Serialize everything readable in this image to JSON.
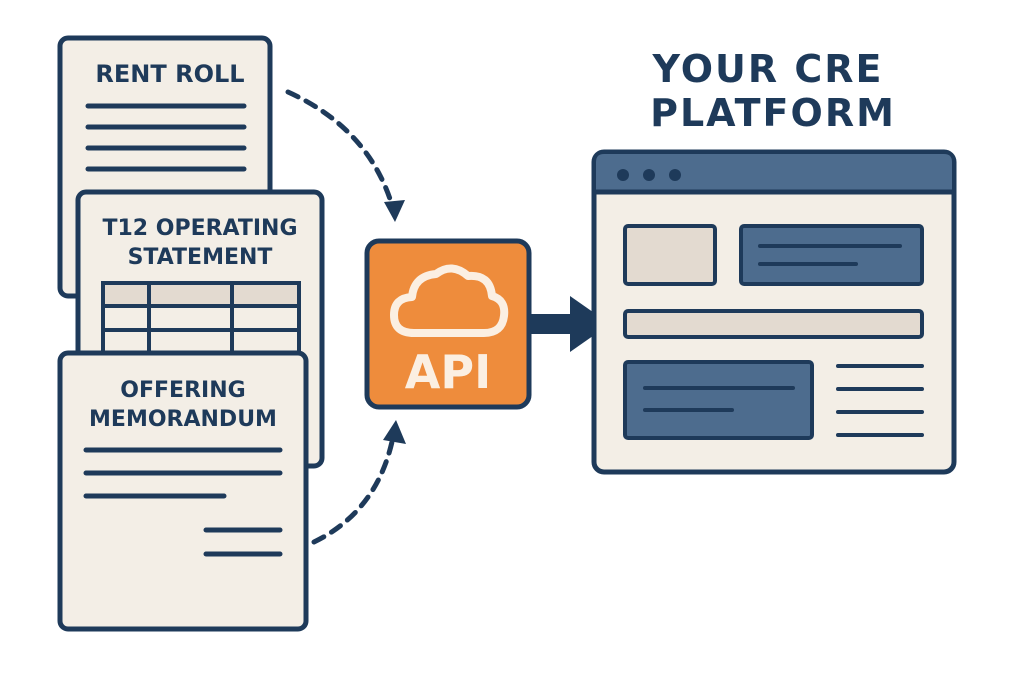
{
  "documents": {
    "rent_roll": {
      "title": "RENT ROLL"
    },
    "t12": {
      "title_line1": "T12 OPERATING",
      "title_line2": "STATEMENT"
    },
    "om": {
      "title_line1": "OFFERING",
      "title_line2": "MEMORANDUM"
    }
  },
  "api": {
    "label": "API",
    "icon": "cloud-icon"
  },
  "platform": {
    "title_line1": "YOUR CRE",
    "title_line2": "PLATFORM"
  },
  "colors": {
    "navy": "#1e3a5a",
    "paper": "#f3eee6",
    "orange": "#ee8c3c",
    "panel_blue": "#4d6c8e",
    "tan": "#e3dad0"
  }
}
